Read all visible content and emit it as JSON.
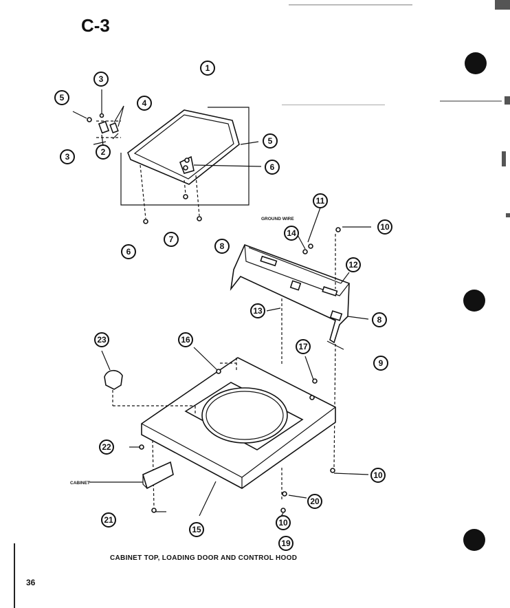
{
  "page_code": "C-3",
  "caption": "CABINET TOP, LOADING DOOR AND CONTROL HOOD",
  "page_number": "36",
  "labels": {
    "ground_wire": "GROUND WIRE",
    "cabinet": "CABINET"
  },
  "callouts": [
    "1",
    "2",
    "3",
    "3",
    "4",
    "5",
    "5",
    "6",
    "6",
    "7",
    "8",
    "8",
    "9",
    "10",
    "10",
    "10",
    "11",
    "12",
    "13",
    "14",
    "15",
    "16",
    "17",
    "19",
    "20",
    "21",
    "22",
    "23"
  ]
}
